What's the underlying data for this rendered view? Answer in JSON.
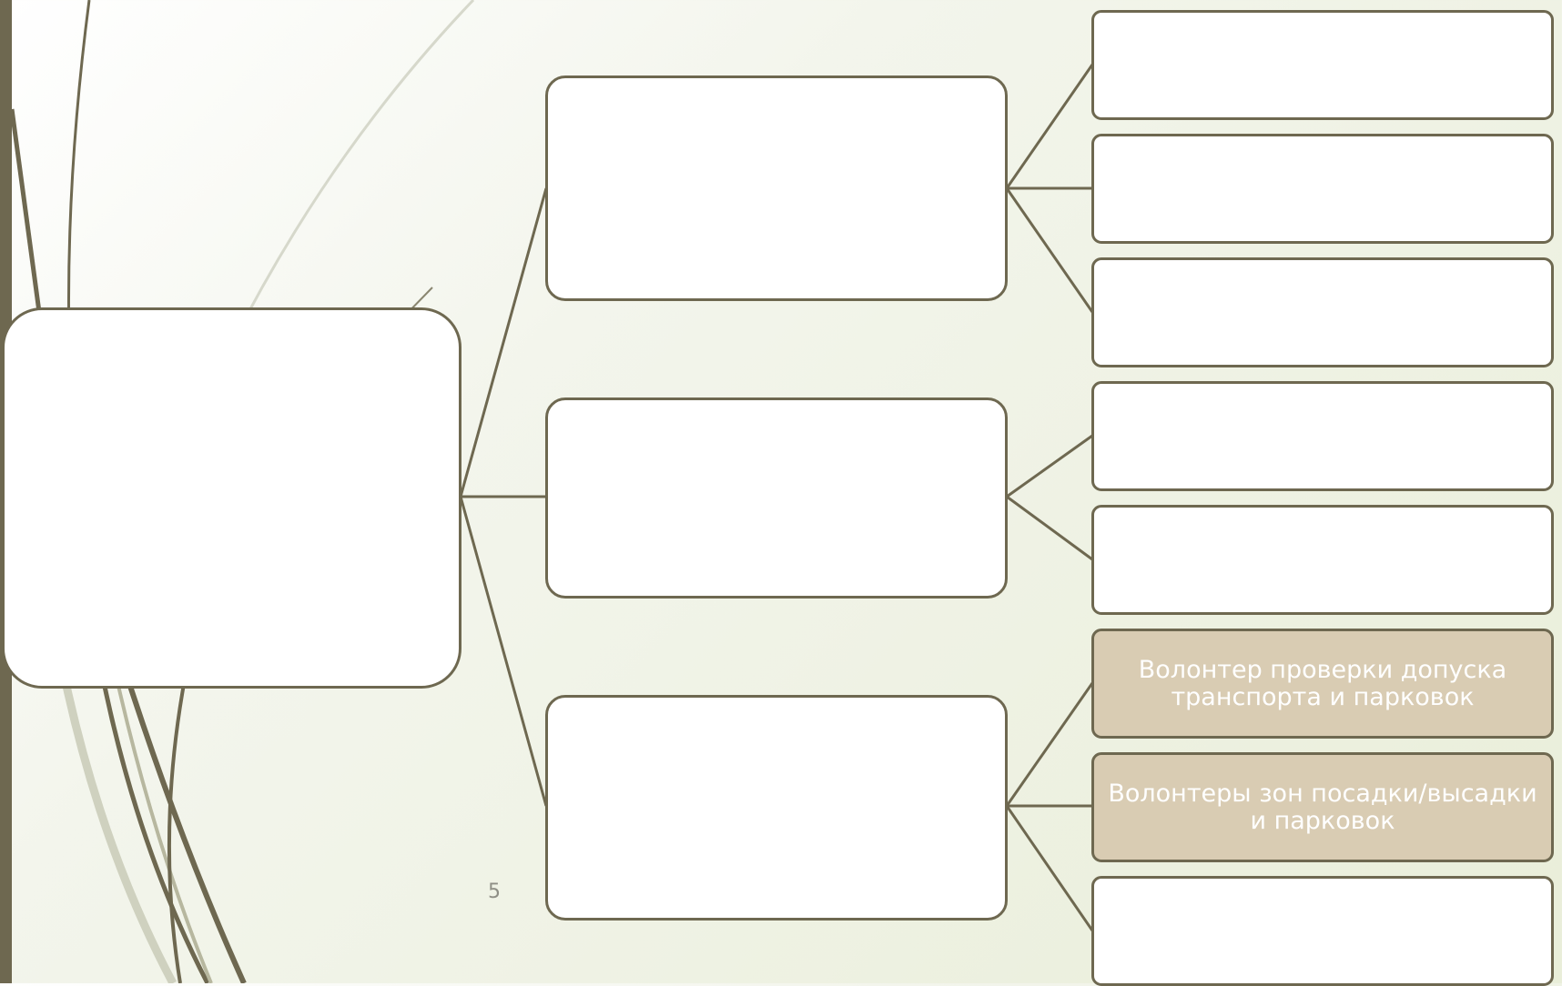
{
  "colors": {
    "connector": "#6e6850",
    "node_fill": "#ffffff",
    "highlight_fill": "#d9ccb3",
    "highlight_text": "#ffffff",
    "background_tint": "#e9eed9"
  },
  "diagram": {
    "root": {
      "label": ""
    },
    "branches": [
      {
        "label": "",
        "leaves": [
          {
            "label": ""
          },
          {
            "label": ""
          },
          {
            "label": ""
          }
        ]
      },
      {
        "label": "",
        "leaves": [
          {
            "label": ""
          },
          {
            "label": ""
          }
        ]
      },
      {
        "label": "",
        "leaves": [
          {
            "label": "Волонтер проверки допуска транспорта и парковок"
          },
          {
            "label": "Волонтеры зон посадки/высадки и парковок"
          },
          {
            "label": ""
          }
        ]
      }
    ]
  },
  "slide": {
    "page_number": "5"
  }
}
